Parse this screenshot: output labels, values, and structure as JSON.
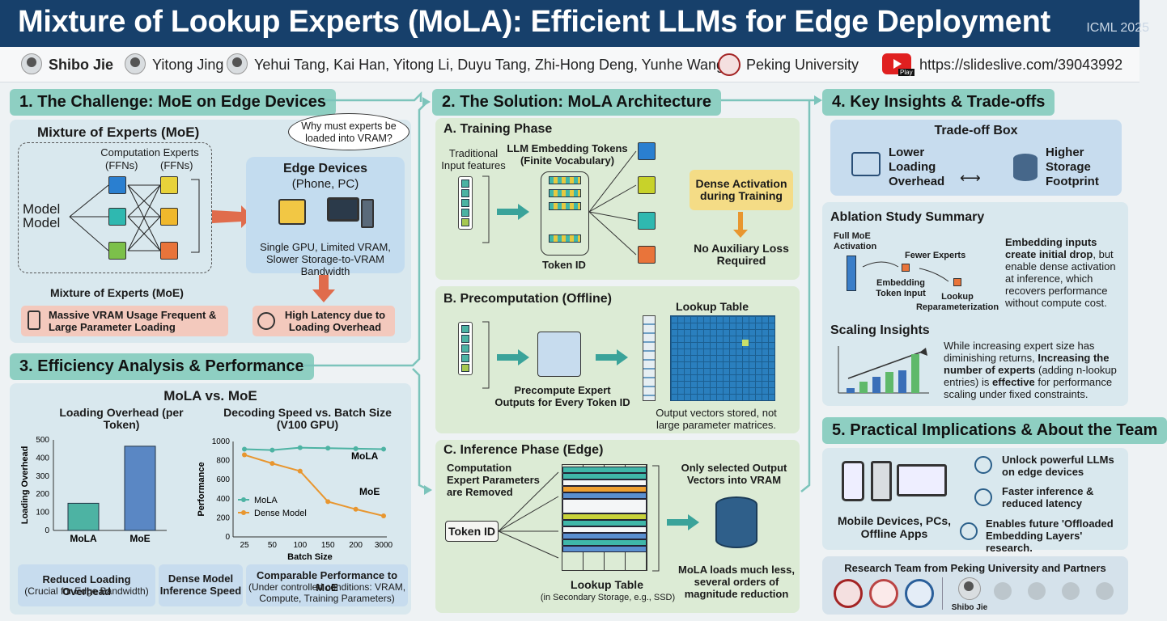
{
  "header": {
    "title": "Mixture of Lookup Experts (MoLA): Efficient LLMs for Edge Deployment",
    "venue": "ICML 2025"
  },
  "authors": {
    "a1": "Shibo Jie",
    "a2": "Yitong Jing",
    "rest": "Yehui Tang, Kai Han, Yitong Li, Duyu Tang, Zhi-Hong Deng, Yunhe Wang",
    "affil": "Peking University",
    "link": "https://slideslive.com/39043992",
    "play": "Play"
  },
  "s1": {
    "tab": "1. The Challenge: MoE on Edge Devices",
    "moe_title": "Mixture of Experts (MoE)",
    "comp_experts": "Computation Experts",
    "ffns1": "(FFNs)",
    "ffns2": "(FFNs)",
    "model": "Model\nModel",
    "moe_caption": "Mixture of Experts (MoE)",
    "bubble": "Why must experts be loaded into VRAM?",
    "edge_title": "Edge Devices",
    "edge_sub": "(Phone, PC)",
    "edge_desc": "Single GPU, Limited VRAM, Slower Storage-to-VRAM Bandwidth",
    "warn1": "Massive VRAM Usage Frequent & Large Parameter Loading",
    "warn2": "High Latency due to Loading Overhead"
  },
  "s3": {
    "tab": "3. Efficiency Analysis & Performance",
    "title": "MoLA vs. MoE",
    "c1_title": "Loading Overhead (per Token)",
    "c2_title": "Decoding Speed vs. Batch Size (V100 GPU)",
    "b1": "Reduced Loading Overhead",
    "b1s": "(Crucial for Edge Bandwidth)",
    "b2": "Dense Model Inference Speed",
    "b3": "Comparable Performance to MoE",
    "b3s": "(Under controlled conditions: VRAM, Compute, Training Parameters)"
  },
  "chart_data": [
    {
      "type": "bar",
      "title": "Loading Overhead (per Token)",
      "ylabel": "Loading Overhead",
      "categories": [
        "MoLA",
        "MoE"
      ],
      "values": [
        150,
        465
      ],
      "ylim": [
        0,
        500
      ],
      "yticks": [
        "0",
        "100",
        "200",
        "300",
        "400",
        "500"
      ],
      "colors": [
        "#4db3a3",
        "#5a87c4"
      ]
    },
    {
      "type": "line",
      "title": "Decoding Speed vs. Batch Size (V100 GPU)",
      "ylabel": "Performance",
      "xlabel": "Batch Size",
      "x": [
        "25",
        "50",
        "100",
        "150",
        "200",
        "3000"
      ],
      "yticks": [
        "0",
        "200",
        "400",
        "600",
        "800",
        "1000"
      ],
      "ylim": [
        0,
        1000
      ],
      "series": [
        {
          "name": "MoLA",
          "values": [
            920,
            910,
            935,
            930,
            925,
            920
          ],
          "color": "#4db3a3"
        },
        {
          "name": "Dense Model",
          "values": [
            860,
            770,
            690,
            370,
            290,
            220
          ],
          "color": "#e8962f"
        }
      ],
      "labels": [
        "MoLA",
        "MoE"
      ]
    }
  ],
  "s2": {
    "tab": "2. The Solution: MoLA Architecture",
    "a_title": "A. Training Phase",
    "trad": "Traditional Input features",
    "emb": "LLM Embedding Tokens (Finite Vocabulary)",
    "token_id": "Token ID",
    "dense": "Dense Activation during Training",
    "noaux": "No Auxiliary Loss Required",
    "b_title": "B. Precomputation (Offline)",
    "pre": "Precompute Expert Outputs for Every Token ID",
    "lookup": "Lookup Table",
    "stored": "Output vectors stored, not large parameter matrices.",
    "c_title": "C. Inference Phase (Edge)",
    "removed": "Computation Expert Parameters are Removed",
    "tokid": "Token ID",
    "selected": "Only selected Output Vectors into VRAM",
    "lt2": "Lookup Table",
    "lt2s": "(in Secondary Storage, e.g., SSD)",
    "loads": "MoLA loads much less, several orders of magnitude reduction"
  },
  "s4": {
    "tab": "4. Key Insights & Trade-offs",
    "tb": "Trade-off Box",
    "lower": "Lower Loading Overhead",
    "higher": "Higher Storage Footprint",
    "abl": "Ablation Study Summary",
    "full": "Full MoE Activation",
    "fewer": "Fewer Experts",
    "embin": "Embedding Token Input",
    "lookrep": "Lookup Reparameterization",
    "ablt1": "Embedding inputs",
    "ablt2": "create initial drop",
    "ablt3": ", but enable dense activation at inference, which recovers performance without compute cost.",
    "scal": "Scaling Insights",
    "sc1": "While increasing expert size has diminishing returns, ",
    "sc2": "Increasing the number of experts",
    "sc3": " (adding n-lookup entries) is ",
    "sc4": "effective",
    "sc5": " for performance scaling under fixed constraints."
  },
  "s5": {
    "tab": "5. Practical Implications & About the Team",
    "devices": "Mobile Devices, PCs, Offline Apps",
    "i1": "Unlock powerful LLMs on edge devices",
    "i2": "Faster inference & reduced latency",
    "i3": "Enables future 'Offloaded Embedding Layers' research.",
    "team": "Research Team from Peking University and Partners",
    "member": "Shibo Jie"
  },
  "colors": {
    "header": "#17406b",
    "accent": "#8ecfc2",
    "orange": "#e9743a",
    "teal": "#2fb8b0",
    "yellow": "#e3d21a",
    "blue": "#2a7fd0"
  }
}
